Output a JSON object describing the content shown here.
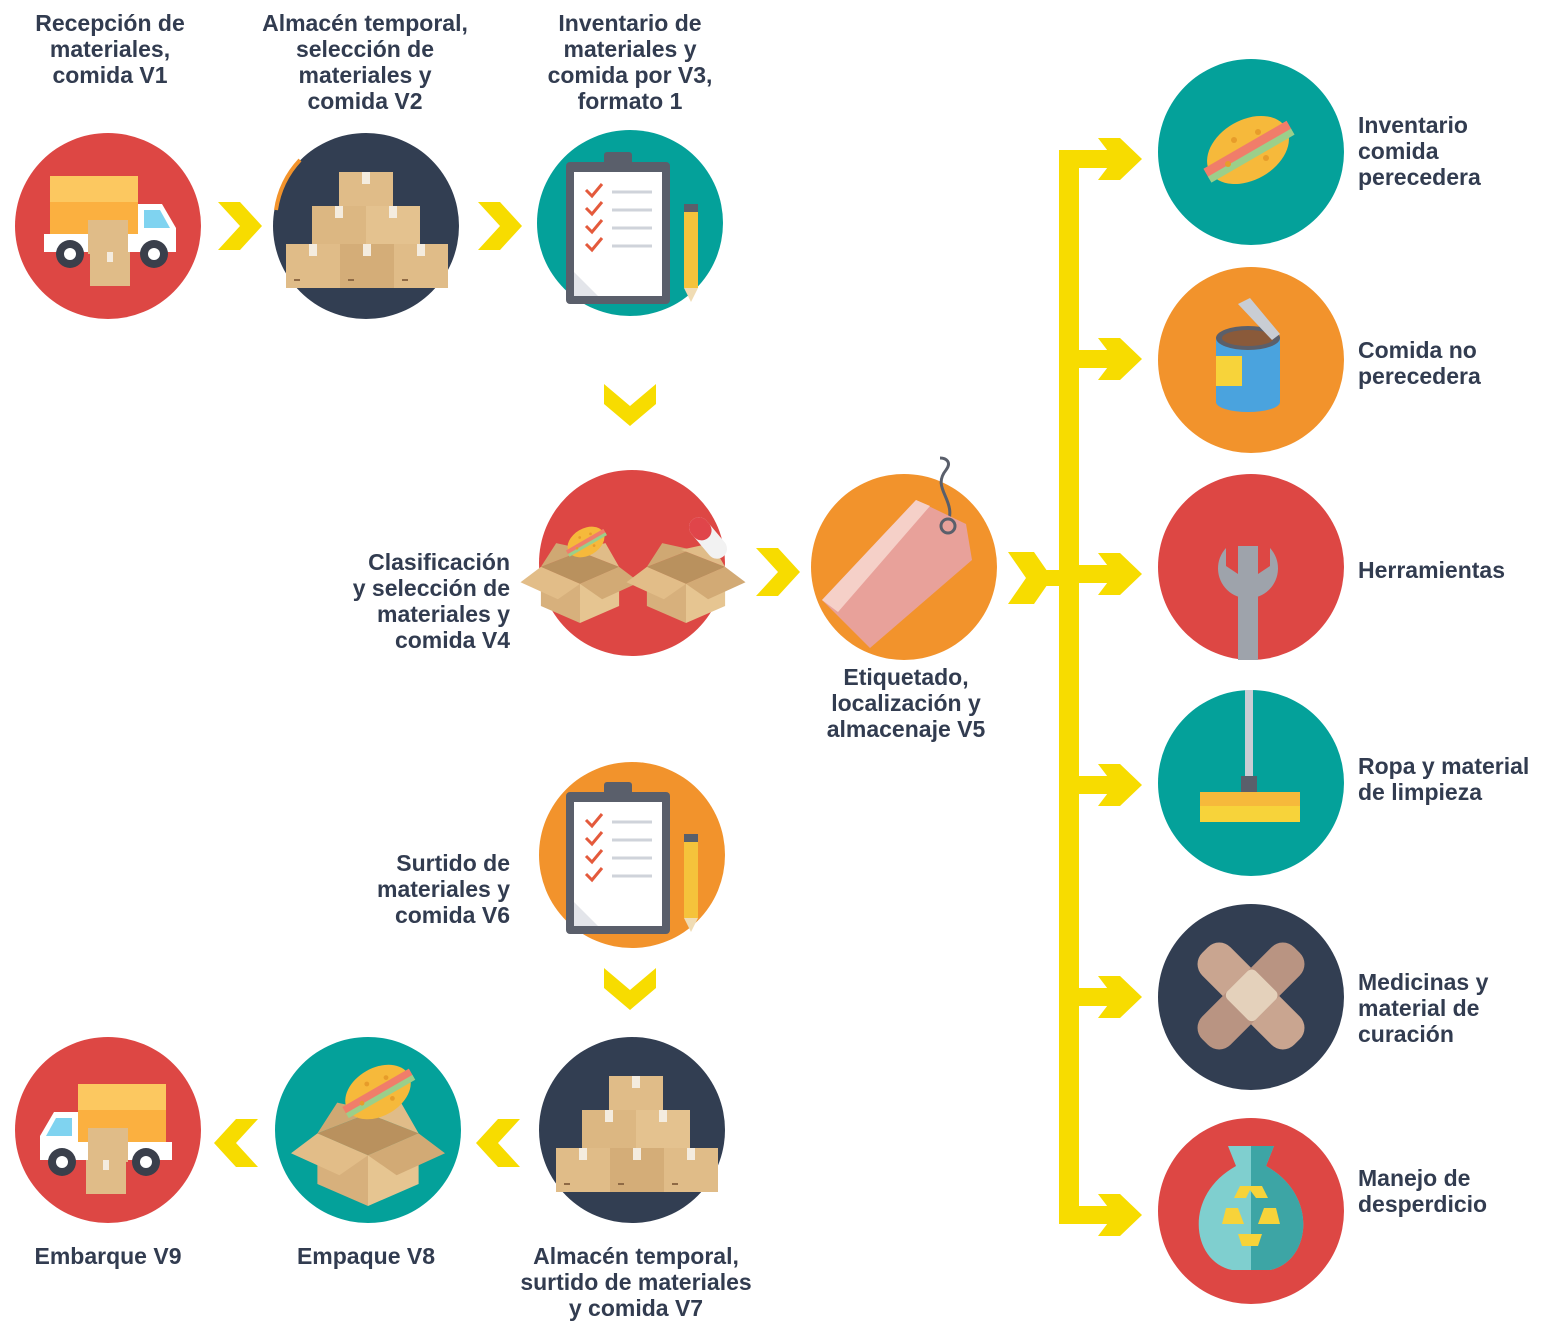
{
  "colors": {
    "red": "#dd4744",
    "navy": "#323e52",
    "teal": "#04a19a",
    "orange": "#f2932c",
    "yellow": "#f7dc00",
    "box": "#e0bc88",
    "text": "#323c50"
  },
  "steps": {
    "v1": {
      "label": "Recepción de\nmateriales,\ncomida V1",
      "icon": "truck-icon"
    },
    "v2": {
      "label": "Almacén temporal,\nselección de\nmateriales y\ncomida V2",
      "icon": "boxes-icon"
    },
    "v3": {
      "label": "Inventario de\nmateriales y\ncomida por V3,\nformato 1",
      "icon": "clipboard-icon"
    },
    "v4": {
      "label": "Clasificación\ny selección de\nmateriales y\ncomida V4",
      "icon": "open-boxes-icon"
    },
    "v5": {
      "label": "Etiquetado,\nlocalización y\nalmacenaje V5",
      "icon": "tag-icon"
    },
    "v6": {
      "label": "Surtido de\nmateriales y\ncomida V6",
      "icon": "clipboard-icon"
    },
    "v7": {
      "label": "Almacén temporal,\nsurtido de materiales\ny comida V7",
      "icon": "boxes-icon"
    },
    "v8": {
      "label": "Empaque V8",
      "icon": "open-box-icon"
    },
    "v9": {
      "label": "Embarque V9",
      "icon": "truck-icon"
    }
  },
  "categories": [
    {
      "label": "Inventario\ncomida\nperecedera",
      "icon": "sandwich-icon",
      "color": "teal"
    },
    {
      "label": "Comida no\nperecedera",
      "icon": "can-icon",
      "color": "orange"
    },
    {
      "label": "Herramientas",
      "icon": "wrench-icon",
      "color": "red"
    },
    {
      "label": "Ropa y material\nde limpieza",
      "icon": "broom-icon",
      "color": "teal"
    },
    {
      "label": "Medicinas y\nmaterial de\ncuración",
      "icon": "bandage-icon",
      "color": "navy"
    },
    {
      "label": "Manejo de\ndesperdicio",
      "icon": "recycle-bag-icon",
      "color": "red"
    }
  ]
}
